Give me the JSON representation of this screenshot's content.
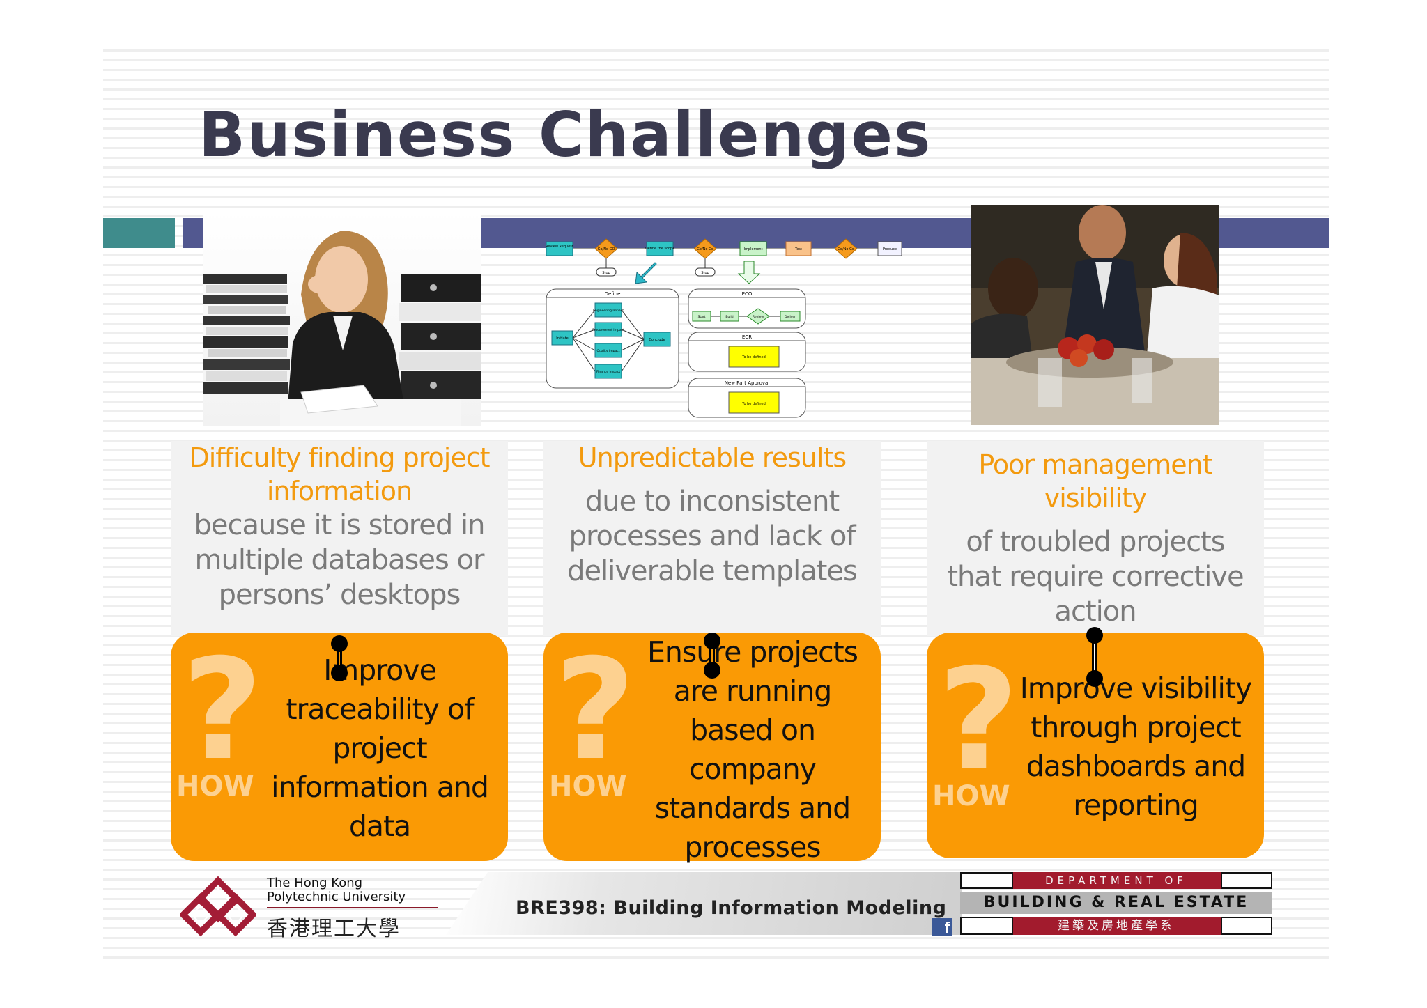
{
  "slide": {
    "title": "Business Challenges",
    "challenges": [
      {
        "headline_lines": [
          "Difficulty finding project",
          "information"
        ],
        "detail_lines": [
          "because it is stored in",
          "multiple databases or",
          "persons’ desktops"
        ],
        "how_label": "HOW",
        "answer_lines": [
          "Improve",
          "traceability of",
          "project",
          "information and",
          "data"
        ]
      },
      {
        "headline_lines": [
          "Unpredictable results"
        ],
        "detail_lines": [
          "due to inconsistent",
          "processes and lack of",
          "deliverable templates"
        ],
        "how_label": "HOW",
        "answer_lines": [
          "Ensure projects",
          "are running",
          "based on",
          "company",
          "standards and",
          "processes"
        ]
      },
      {
        "headline_lines": [
          "Poor management",
          "visibility"
        ],
        "detail_lines": [
          "of troubled projects",
          "that require corrective",
          "action"
        ],
        "how_label": "HOW",
        "answer_lines": [
          "Improve visibility",
          "through project",
          "dashboards and",
          "reporting"
        ]
      }
    ]
  },
  "flow_diagram": {
    "top_row": [
      "Review Request",
      "Go/No GO",
      "Define the scope",
      "Go/No Go",
      "Implement",
      "Test",
      "Go/No Go",
      "Produce"
    ],
    "stop_label": "Stop",
    "define_box": {
      "title": "Define",
      "initiate": "Initiate",
      "impacts": [
        "Engineering Impact",
        "Procurement Impact",
        "Quality Impact",
        "Finance Impact"
      ],
      "conclude": "Conclude"
    },
    "eco_box": {
      "title": "ECO",
      "steps": [
        "Start",
        "Build",
        "Review",
        "Deliver"
      ]
    },
    "ecr_box": {
      "title": "ECR",
      "placeholder": "To be defined"
    },
    "npa_box": {
      "title": "New Part Approval",
      "placeholder": "To be defined"
    }
  },
  "footer": {
    "university_en_line1": "The Hong Kong",
    "university_en_line2": "Polytechnic University",
    "university_zh": "香港理工大學",
    "course": "BRE398: Building Information Modeling",
    "dept_line1": "DEPARTMENT OF",
    "dept_line2": "BUILDING & REAL ESTATE",
    "dept_line3": "建築及房地產學系",
    "facebook_glyph": "f"
  },
  "colors": {
    "title": "#3a3a4f",
    "accent_orange": "#fa9a05",
    "headline_orange": "#f39a0e",
    "teal_bar": "#3f8c8c",
    "purple_bar": "#525890",
    "dept_red": "#a21b2d"
  }
}
